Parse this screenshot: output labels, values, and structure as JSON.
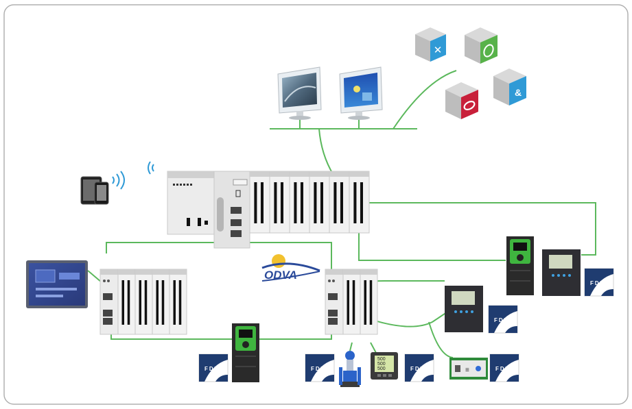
{
  "diagram": {
    "colors": {
      "network_line": "#5bb85c",
      "frame": "#b0b0b0",
      "module_grey": "#d9d9d9",
      "module_dark": "#111111",
      "odva_blue": "#2a4a9a",
      "odva_sun": "#f2c12e",
      "fdt_navy": "#1f3c70",
      "drive_green": "#3fb53f",
      "relay_dark": "#2e2e33",
      "cube_blue": "#2f9ad6",
      "cube_green": "#58b24a",
      "cube_red": "#c8203a",
      "cube_grey": "#c9c9c9"
    },
    "logos": {
      "odva": "ODVA",
      "fdt": "FDT"
    },
    "meter_readout": [
      "500",
      "500",
      "500"
    ],
    "icons": [
      "monitor-icon",
      "tablet-phone-icon",
      "wifi-icon",
      "software-cube-tools-icon",
      "software-cube-leaf-icon",
      "software-cube-link-icon",
      "software-cube-puzzle-icon"
    ]
  }
}
